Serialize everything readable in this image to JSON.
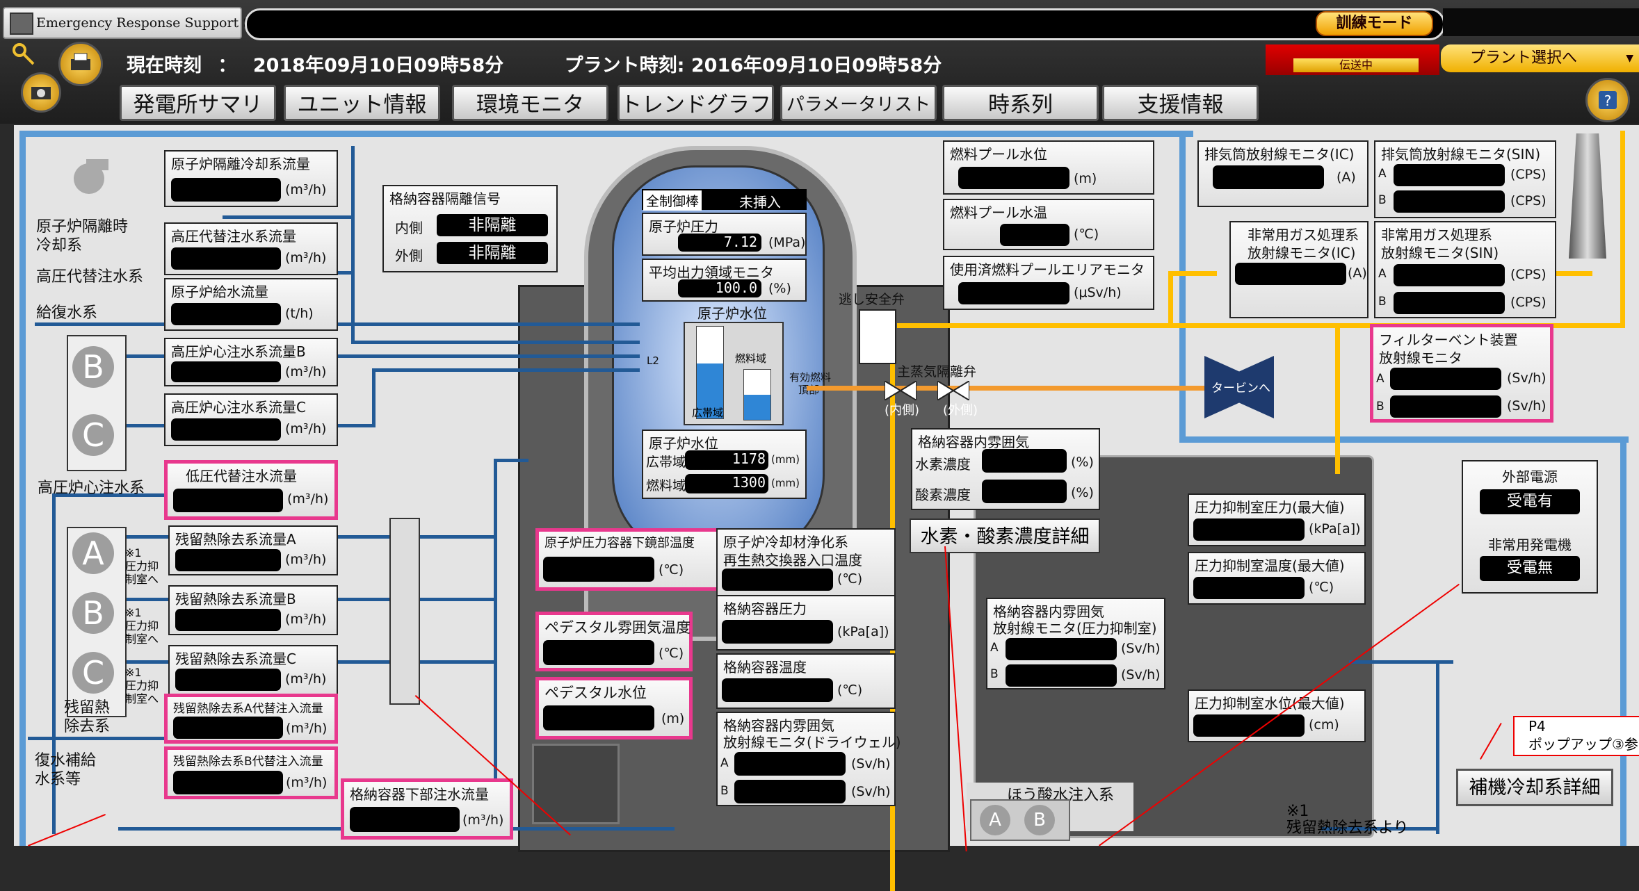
{
  "header": {
    "system_name": "Emergency Response Support System",
    "mode_badge": "訓練モード",
    "current_time_label": "現在時刻",
    "current_time_sep": "：",
    "current_time": "2018年09月10日09時58分",
    "plant_time_label": "プラント時刻:",
    "plant_time": "2016年09月10日09時58分",
    "sending_status": "伝送中",
    "plant_select": "プラント選択へ"
  },
  "tabs": [
    "発電所サマリ",
    "ユニット情報",
    "環境モニタ",
    "トレンドグラフ",
    "パラメータリスト",
    "時系列",
    "支援情報"
  ],
  "panels": {
    "ric_flow": {
      "title": "原子炉隔離冷却系流量",
      "unit": "(m³/h)"
    },
    "hpai_flow": {
      "title": "高圧代替注水系流量",
      "unit": "(m³/h)"
    },
    "feed_flow": {
      "title": "原子炉給水流量",
      "unit": "(t/h)"
    },
    "hpci_b": {
      "title": "高圧炉心注水系流量B",
      "unit": "(m³/h)"
    },
    "hpci_c": {
      "title": "高圧炉心注水系流量C",
      "unit": "(m³/h)"
    },
    "lpai": {
      "title": "低圧代替注水流量",
      "unit": "(m³/h)"
    },
    "rhr_a": {
      "title": "残留熱除去系流量A",
      "unit": "(m³/h)"
    },
    "rhr_b": {
      "title": "残留熱除去系流量B",
      "unit": "(m³/h)"
    },
    "rhr_c": {
      "title": "残留熱除去系流量C",
      "unit": "(m³/h)"
    },
    "rhr_a_alt": {
      "title": "残留熱除去系A代替注入流量",
      "unit": "(m³/h)"
    },
    "rhr_b_alt": {
      "title": "残留熱除去系B代替注入流量",
      "unit": "(m³/h)"
    },
    "cv_lower": {
      "title": "格納容器下部注水流量",
      "unit": "(m³/h)"
    },
    "rpv_bottom_temp": {
      "title": "原子炉圧力容器下鏡部温度",
      "unit": "(℃)"
    },
    "pedestal_temp": {
      "title": "ペデスタル雰囲気温度",
      "unit": "(℃)"
    },
    "pedestal_level": {
      "title": "ペデスタル水位",
      "unit": "(m)"
    },
    "cuw_temp": {
      "title1": "原子炉冷却材浄化系",
      "title2": "再生熱交換器入口温度",
      "unit": "(℃)"
    },
    "cv_pressure": {
      "title": "格納容器圧力",
      "unit": "(kPa[a])"
    },
    "cv_temp": {
      "title": "格納容器温度",
      "unit": "(℃)"
    },
    "cv_rad_dw": {
      "title1": "格納容器内雰囲気",
      "title2": "放射線モニタ(ドライウェル)",
      "a": "A",
      "b": "B",
      "unit": "(Sv/h)"
    },
    "cv_gas": {
      "title": "格納容器内雰囲気",
      "h2": "水素濃度",
      "o2": "酸素濃度",
      "unit": "(%)"
    },
    "h2o2_detail": "水素・酸素濃度詳細",
    "sfp_level": {
      "title": "燃料プール水位",
      "unit": "(m)"
    },
    "sfp_temp": {
      "title": "燃料プール水温",
      "unit": "(℃)"
    },
    "sfp_area": {
      "title": "使用済燃料プールエリアモニタ",
      "unit": "(μSv/h)"
    },
    "stack_ic": {
      "title": "排気筒放射線モニタ(IC)",
      "unit": "(A)"
    },
    "stack_sin": {
      "title": "排気筒放射線モニタ(SIN)",
      "a": "A",
      "b": "B",
      "unit": "(CPS)"
    },
    "sgts_ic": {
      "title1": "非常用ガス処理系",
      "title2": "放射線モニタ(IC)",
      "unit": "(A)"
    },
    "sgts_sin": {
      "title1": "非常用ガス処理系",
      "title2": "放射線モニタ(SIN)",
      "a": "A",
      "b": "B",
      "unit": "(CPS)"
    },
    "fv": {
      "title1": "フィルターベント装置",
      "title2": "放射線モニタ",
      "a": "A",
      "b": "B",
      "unit": "(Sv/h)"
    },
    "sc_pressure": {
      "title": "圧力抑制室圧力(最大値)",
      "unit": "(kPa[a])"
    },
    "sc_temp": {
      "title": "圧力抑制室温度(最大値)",
      "unit": "(℃)"
    },
    "sc_level": {
      "title": "圧力抑制室水位(最大値)",
      "unit": "(cm)"
    },
    "sc_rad": {
      "title1": "格納容器内雰囲気",
      "title2": "放射線モニタ(圧力抑制室)",
      "a": "A",
      "b": "B",
      "unit": "(Sv/h)"
    },
    "cv_isolation": {
      "title": "格納容器隔離信号",
      "inner_label": "内側",
      "inner_val": "非隔離",
      "outer_label": "外側",
      "outer_val": "非隔離"
    },
    "power": {
      "title": "外部電源",
      "ext_val": "受電有",
      "dg_title": "非常用発電機",
      "dg_val": "受電無"
    }
  },
  "reactor": {
    "all_rods_label": "全制御棒",
    "all_rods_val": "未挿入",
    "pressure_title": "原子炉圧力",
    "pressure_val": "7.12",
    "pressure_unit": "(MPa)",
    "aprm_title": "平均出力領域モニタ",
    "aprm_val": "100.0",
    "aprm_unit": "(%)",
    "level_title": "原子炉水位",
    "l2": "L2",
    "wide": "広帯域",
    "fuel": "燃料域",
    "taf1": "有効燃料",
    "taf2": "頂部",
    "level_box_title": "原子炉水位",
    "wide_label": "広帯域",
    "wide_val": "1178",
    "fuel_label": "燃料域",
    "fuel_val": "1300",
    "level_unit": "(mm)",
    "level_fill": {
      "wide": 0.6,
      "fuel": 0.5
    }
  },
  "labels": {
    "ric_sys1": "原子炉隔離時",
    "ric_sys2": "冷却系",
    "hpai_sys": "高圧代替注水系",
    "fw_sys": "給復水系",
    "hpcf_sys": "高圧炉心注水系",
    "rhr_sys1": "残留熱",
    "rhr_sys2": "除去系",
    "makeup1": "復水補給",
    "makeup2": "水系等",
    "note_sc": "※1",
    "note_sc2": "圧力抑",
    "note_sc3": "制室へ",
    "srv": "逃し安全弁",
    "msiv": "主蒸気隔離弁",
    "inner": "(内側)",
    "outer": "(外側)",
    "turbine": "タービンへ",
    "boric": "ほう酸水注入系",
    "note_rhr1": "※1",
    "note_rhr2": "残留熱除去系より",
    "ccw_detail": "補機冷却系詳細",
    "p4": "P4",
    "popup": "ポップアップ③参",
    "pump_a": "A",
    "pump_b": "B",
    "pump_c": "C"
  },
  "colors": {
    "accent_yellow": "#ffbf00",
    "pipe_blue": "#225a96",
    "pipe_light": "#5b9bd5",
    "highlight_pink": "#e8388d",
    "steam_orange": "#f39a2e"
  }
}
